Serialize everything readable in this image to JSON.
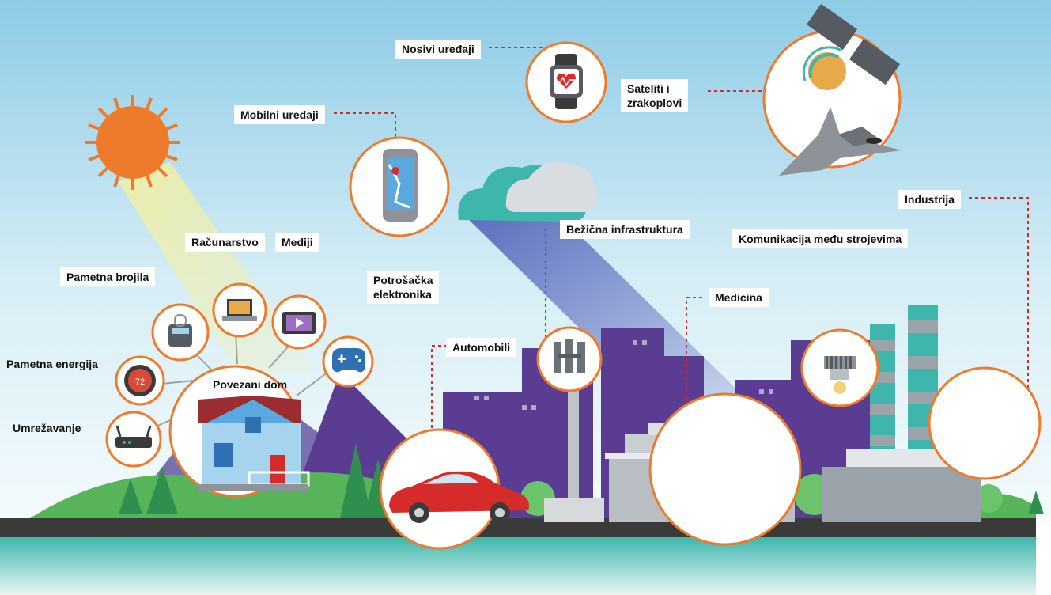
{
  "labels": {
    "wearables": "Nosivi uređaji",
    "satellites_line1": "Sateliti i",
    "satellites_line2": "zrakoplovi",
    "mobile": "Mobilni uređaji",
    "industry": "Industrija",
    "wireless": "Bežična infrastruktura",
    "m2m": "Komunikacija među strojevima",
    "computing": "Računarstvo",
    "media": "Mediji",
    "smart_meters": "Pametna brojila",
    "consumer_line1": "Potrošačka",
    "consumer_line2": "elektronika",
    "medicine": "Medicina",
    "cars": "Automobili",
    "smart_energy": "Pametna energija",
    "connected_home": "Povezani dom",
    "networking": "Umrežavanje"
  },
  "thermostat_reading": "72",
  "colors": {
    "accent_orange": "#ee7a2c",
    "connector_red": "#d62b2b",
    "sky_top": "#8ecbe6",
    "teal": "#3fb6ab",
    "purple": "#5a3d92"
  }
}
